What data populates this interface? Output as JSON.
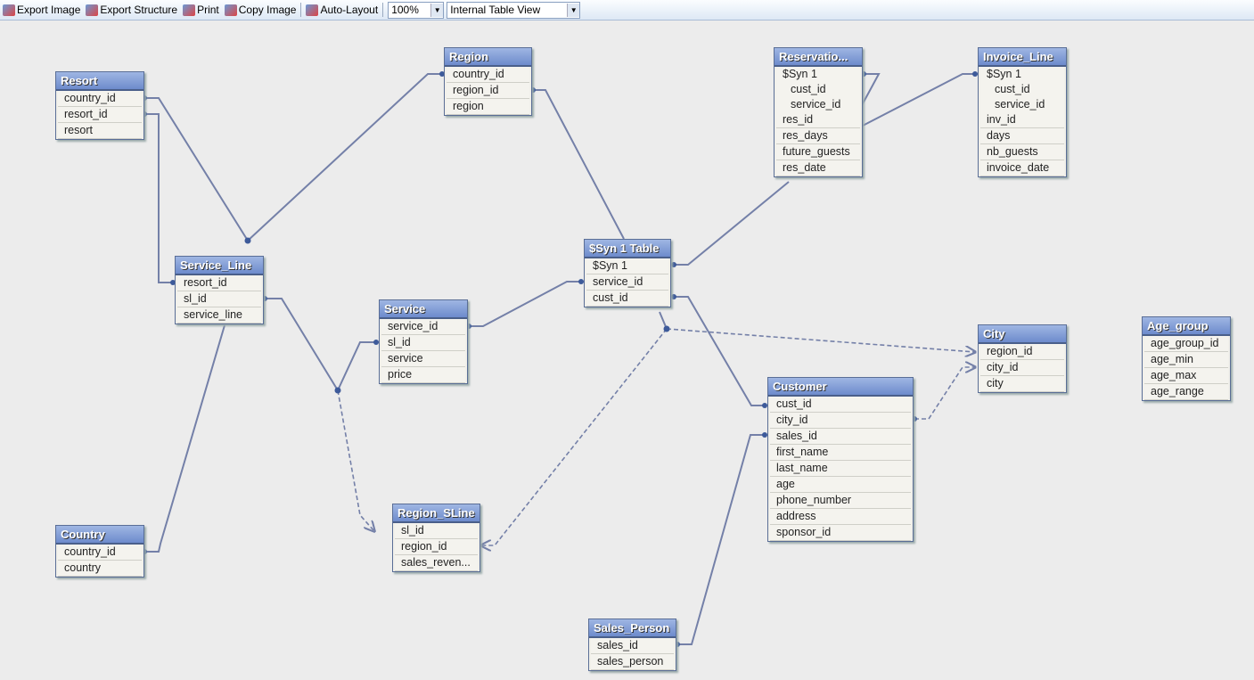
{
  "toolbar": {
    "export_image": "Export Image",
    "export_structure": "Export Structure",
    "print": "Print",
    "copy_image": "Copy Image",
    "auto_layout": "Auto-Layout",
    "zoom": "100%",
    "view": "Internal Table View"
  },
  "tables": [
    {
      "name": "Resort",
      "fields": [
        "country_id",
        "resort_id",
        "resort"
      ]
    },
    {
      "name": "Region",
      "fields": [
        "country_id",
        "region_id",
        "region"
      ]
    },
    {
      "name": "Reservatio...",
      "fields": [
        "$Syn 1",
        "cust_id",
        "service_id",
        "res_id",
        "res_days",
        "future_guests",
        "res_date"
      ],
      "synth": 3
    },
    {
      "name": "Invoice_Line",
      "fields": [
        "$Syn 1",
        "cust_id",
        "service_id",
        "inv_id",
        "days",
        "nb_guests",
        "invoice_date"
      ],
      "synth": 3
    },
    {
      "name": "Service_Line",
      "fields": [
        "resort_id",
        "sl_id",
        "service_line"
      ]
    },
    {
      "name": "$Syn 1 Table",
      "fields": [
        "$Syn 1",
        "service_id",
        "cust_id"
      ]
    },
    {
      "name": "Service",
      "fields": [
        "service_id",
        "sl_id",
        "service",
        "price"
      ]
    },
    {
      "name": "City",
      "fields": [
        "region_id",
        "city_id",
        "city"
      ]
    },
    {
      "name": "Age_group",
      "fields": [
        "age_group_id",
        "age_min",
        "age_max",
        "age_range"
      ]
    },
    {
      "name": "Customer",
      "fields": [
        "cust_id",
        "city_id",
        "sales_id",
        "first_name",
        "last_name",
        "age",
        "phone_number",
        "address",
        "sponsor_id"
      ]
    },
    {
      "name": "Country",
      "fields": [
        "country_id",
        "country"
      ]
    },
    {
      "name": "Region_SLine",
      "fields": [
        "sl_id",
        "region_id",
        "sales_reven..."
      ]
    },
    {
      "name": "Sales_Person",
      "fields": [
        "sales_id",
        "sales_person"
      ]
    }
  ],
  "colors": {
    "link": "#7480a8",
    "header": "#7c96d2"
  }
}
